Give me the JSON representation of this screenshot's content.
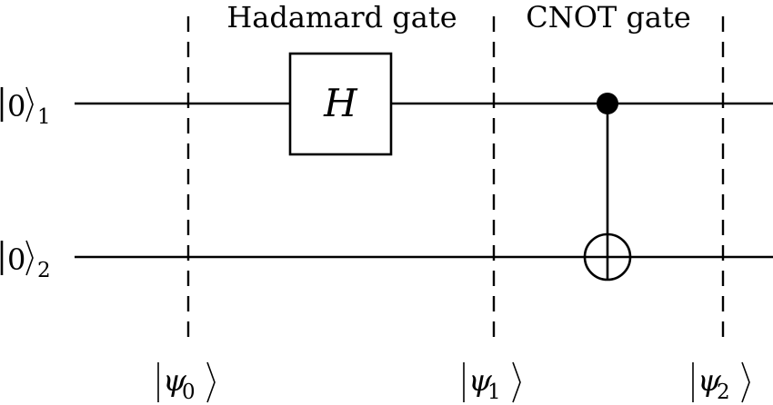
{
  "stages": {
    "hadamard_label": "Hadamard gate",
    "cnot_label": "CNOT gate"
  },
  "qubits": [
    {
      "state": "0",
      "index": "1"
    },
    {
      "state": "0",
      "index": "2"
    }
  ],
  "gates": {
    "hadamard_symbol": "H"
  },
  "states": [
    {
      "symbol": "ψ",
      "index": "0"
    },
    {
      "symbol": "ψ",
      "index": "1"
    },
    {
      "symbol": "ψ",
      "index": "2"
    }
  ]
}
